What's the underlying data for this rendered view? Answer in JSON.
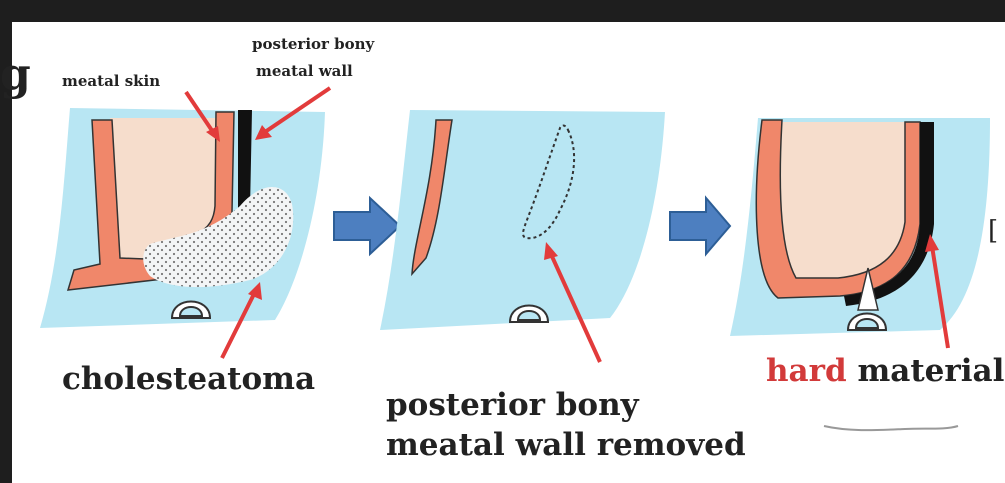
{
  "figure": {
    "labels": {
      "meatal_skin": "meatal  skin",
      "posterior_bony_line1": "posterior bony",
      "posterior_bony_line2": "meatal wall",
      "cholesteatoma": "cholesteatoma",
      "removed_line1": "posterior bony",
      "removed_line2": "meatal wall removed",
      "hard": "hard",
      "material": "materialı",
      "edge_fragment": "[",
      "left_fragment": "g"
    },
    "colors": {
      "background_frame": "#1e1e1e",
      "canvas": "#ffffff",
      "tissue_blue": "#b8e6f3",
      "skin_salmon": "#f0876a",
      "cavity_beige": "#f6ddcc",
      "bony_wall_black": "#111111",
      "pointer_red": "#e23b3b",
      "arrow_blue": "#4d7fc0",
      "label_red": "#d23a3a"
    },
    "icons": [
      "right-arrow-icon",
      "right-arrow-icon"
    ]
  }
}
